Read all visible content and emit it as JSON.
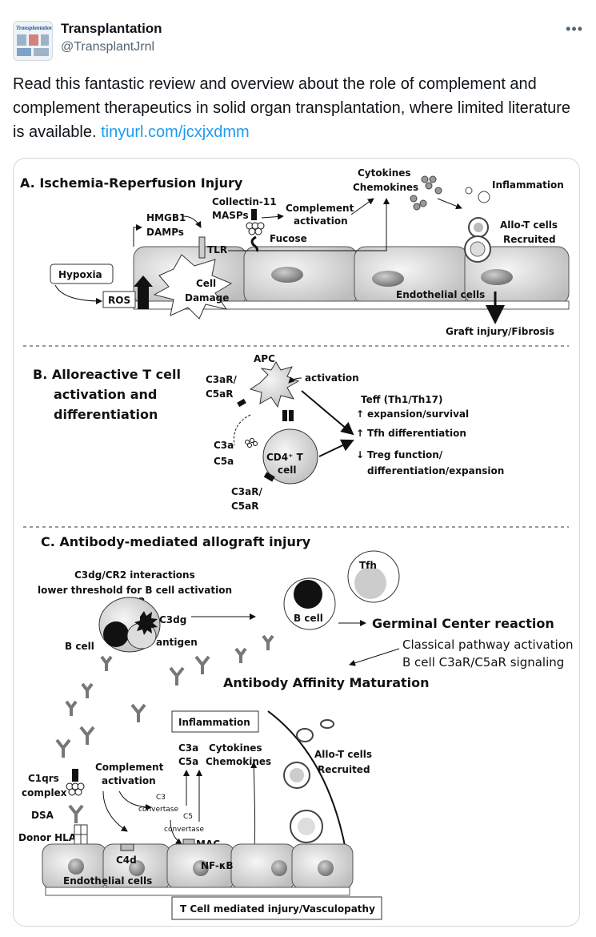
{
  "account": {
    "name": "Transplantation",
    "handle": "@TransplantJrnl",
    "logo_text": "Transplantation"
  },
  "more_icon": "more-horizontal-icon",
  "tweet": {
    "text": "Read this fantastic review and overview about the role of complement and complement therapeutics in solid organ transplantation, where limited literature is available.",
    "link": "tinyurl.com/jcxjxdmm"
  },
  "figure": {
    "a": {
      "title": "A. Ischemia-Reperfusion  Injury",
      "cytokines": "Cytokines",
      "chemokines": "Chemokines",
      "inflammation": "Inflammation",
      "collectin": "Collectin-11",
      "masps": "MASPs",
      "complement": "Complement",
      "activation": "activation",
      "hmgb1": "HMGB1",
      "damps": "DAMPs",
      "allo_t": "Allo-T cells",
      "recruited": "Recruited",
      "tlr": "TLR",
      "fucose": "Fucose",
      "hypoxia": "Hypoxia",
      "ros": "ROS",
      "cell": "Cell",
      "damage": "Damage",
      "endothelial": "Endothelial cells",
      "graft": "Graft injury/Fibrosis"
    },
    "b": {
      "title1": "B. Alloreactive  T cell",
      "title2": "activation and",
      "title3": "differentiation",
      "apc": "APC",
      "c3ar_c5ar_1": "C3aR/",
      "c3ar_c5ar_2": "C5aR",
      "activation": "activation",
      "c3a": "C3a",
      "c5a": "C5a",
      "cd4_1": "CD4⁺ T",
      "cd4_2": "cell",
      "c3ar_bottom_1": "C3aR/",
      "c3ar_bottom_2": "C5aR",
      "teff": "Teff (Th1/Th17)",
      "expansion": "expansion/survival",
      "tfh": "Tfh differentiation",
      "treg": "Treg function/",
      "treg2": "differentiation/expansion"
    },
    "c": {
      "title": "C. Antibody-mediated  allograft injury",
      "c3dg_line1": "C3dg/CR2 interactions",
      "c3dg_line2": "lower threshold for B cell activation",
      "cr2": "CR2",
      "c3dg": "C3dg",
      "b_cell": "B cell",
      "antigen": "antigen",
      "tfh": "Tfh",
      "b_cell2": "B cell",
      "germinal": "Germinal Center reaction",
      "classical": "Classical pathway activation",
      "signaling": "B cell C3aR/C5aR signaling",
      "maturation": "Antibody Affinity Maturation",
      "inflammation": "Inflammation",
      "c3a": "C3a",
      "c5a": "C5a",
      "cytokines": "Cytokines",
      "chemokines": "Chemokines",
      "allo_t": "Allo-T cells",
      "recruited": "Recruited",
      "c1qrs": "C1qrs",
      "complex": "complex",
      "complement": "Complement",
      "activation": "activation",
      "c3": "C3",
      "convertase": "convertase",
      "c5": "C5",
      "convertase2": "convertase",
      "dsa": "DSA",
      "donor_hla": "Donor HLA",
      "c4d": "C4d",
      "mac": "MAC",
      "nfkb": "NF-κB",
      "endothelial": "Endothelial cells",
      "tcell_injury": "T Cell mediated injury/Vasculopathy"
    }
  }
}
